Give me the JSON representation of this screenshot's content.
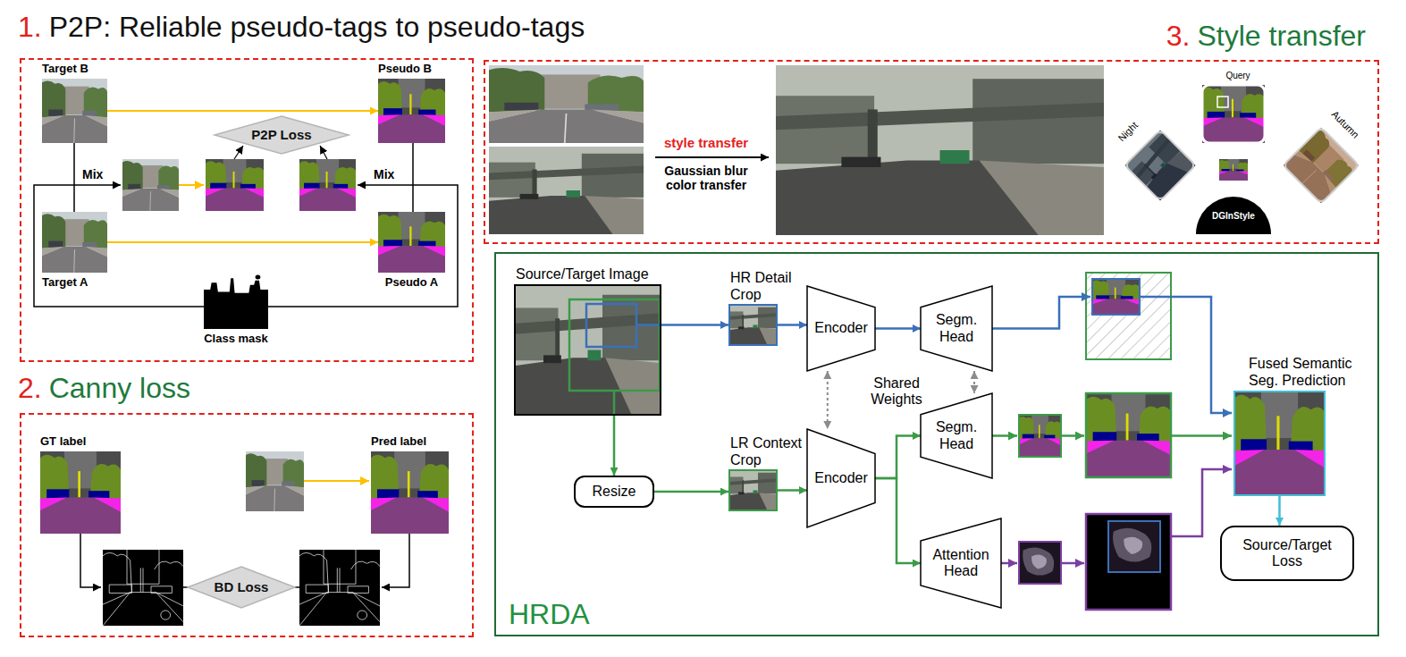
{
  "diagram": {
    "nodes": [
      {
        "text": [
          "1.",
          "P2P: Reliable pseudo-tags to pseudo-tags"
        ]
      },
      {
        "text": [
          "Target B"
        ],
        "in": 0
      },
      {
        "text": [
          "Pseudo B"
        ],
        "in": 0
      },
      {
        "text": [
          "P2P Loss"
        ],
        "in": 0
      },
      {
        "text": [
          "Target A"
        ],
        "in": 0
      },
      {
        "text": [
          "Pseudo A"
        ],
        "in": 0
      },
      {
        "text": [
          "Class mask"
        ],
        "in": 0
      },
      {
        "text": [
          "3.",
          "Style transfer"
        ]
      },
      {
        "text": [
          "2.",
          "Canny loss"
        ]
      },
      {
        "text": [
          "GT label"
        ],
        "in": 8
      },
      {
        "text": [
          "Pred label"
        ],
        "in": 8
      },
      {
        "text": [
          "BD Loss"
        ],
        "in": 8
      },
      {
        "text": [
          "HRDA"
        ]
      },
      {
        "text": [
          "Source/Target Image"
        ],
        "in": 12
      },
      {
        "text": [
          "HR Detail Crop"
        ],
        "in": 12
      },
      {
        "text": [
          "Encoder"
        ],
        "in": 12
      },
      {
        "text": [
          "Segm. Head"
        ],
        "in": 12
      },
      {
        "text": [
          "Resize"
        ],
        "in": 12
      },
      {
        "text": [
          "LR Context Crop"
        ],
        "in": 12
      },
      {
        "text": [
          "Encoder"
        ],
        "in": 12
      },
      {
        "text": [
          "Segm. Head"
        ],
        "in": 12
      },
      {
        "text": [
          "Attention Head"
        ],
        "in": 12
      },
      {
        "text": [
          "Fused Semantic Seg. Prediction"
        ],
        "in": 12
      },
      {
        "text": [
          "Source/Target Loss"
        ],
        "in": 12
      }
    ],
    "edges": [
      {
        "from": 1,
        "to": 2,
        "arrow": "to"
      },
      {
        "from": 4,
        "to": 5,
        "arrow": "to"
      },
      {
        "from": 13,
        "to": 14,
        "arrow": "to"
      },
      {
        "from": 14,
        "to": 15,
        "arrow": "to"
      },
      {
        "from": 15,
        "to": 16,
        "arrow": "to"
      },
      {
        "from": 13,
        "to": 17,
        "arrow": "to"
      },
      {
        "from": 17,
        "to": 18,
        "arrow": "to"
      },
      {
        "from": 18,
        "to": 19,
        "arrow": "to"
      },
      {
        "from": 19,
        "to": 20,
        "arrow": "to"
      },
      {
        "from": 19,
        "to": 21,
        "arrow": "to"
      },
      {
        "from": 15,
        "to": 19,
        "arrow": "both"
      },
      {
        "from": 16,
        "to": 20,
        "arrow": "both"
      },
      {
        "from": 22,
        "to": 23,
        "arrow": "to"
      }
    ],
    "labels": [
      "Mix",
      "Mix",
      "style transfer",
      "Gaussian blur color transfer",
      "Query",
      "Night",
      "Autumn",
      "DGInStyle",
      "Shared Weights"
    ]
  }
}
